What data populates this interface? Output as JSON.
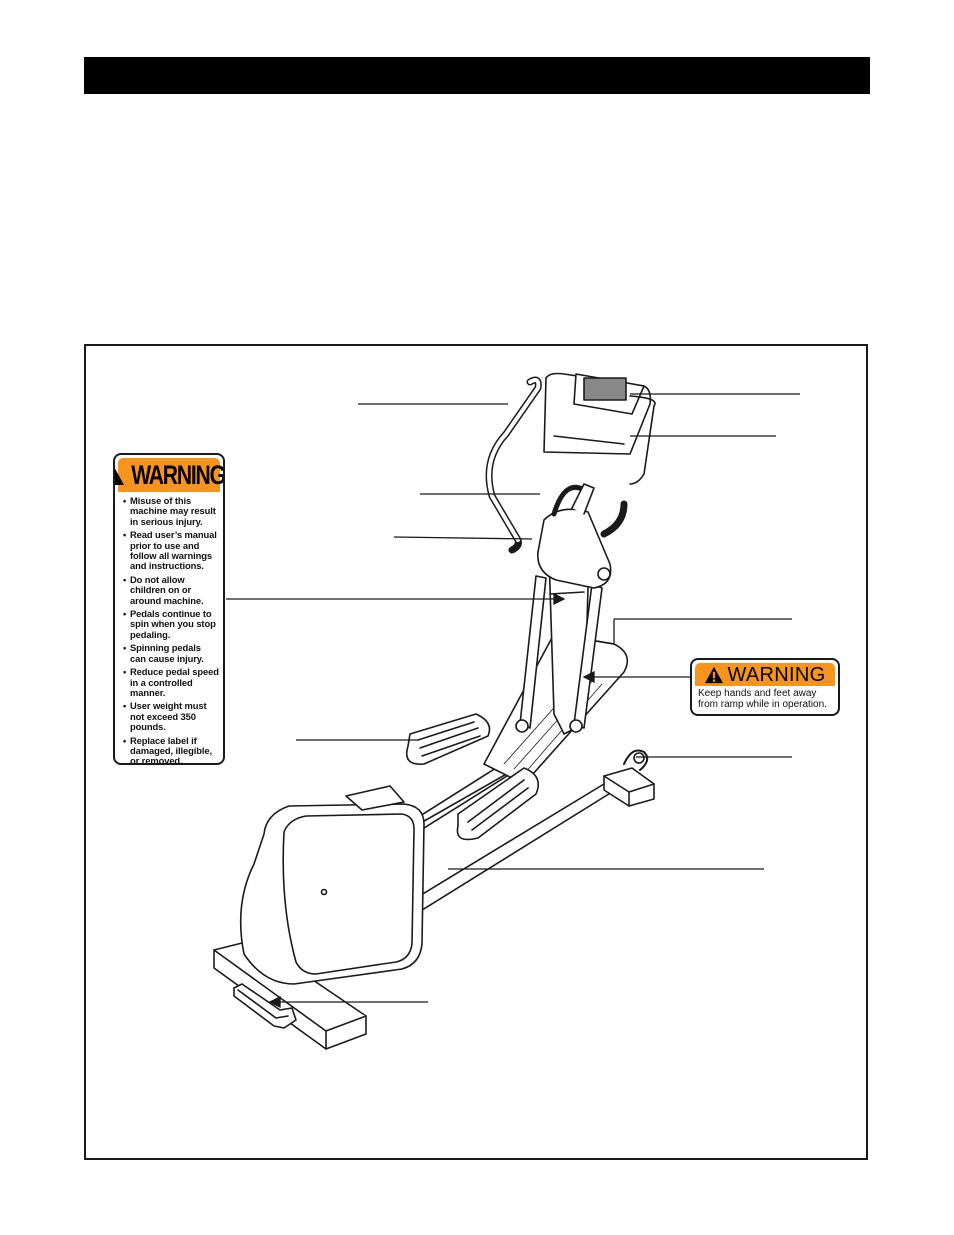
{
  "header": {
    "bar_color": "#000000"
  },
  "colors": {
    "warning_orange": "#f7941d",
    "line": "#1a1a1a"
  },
  "warning_left": {
    "icon": "warning-triangle-icon",
    "title": "WARNING",
    "items": [
      "Misuse of this machine may result in serious injury.",
      "Read user’s manual prior to use and follow all warnings and instructions.",
      "Do not allow children on or around machine.",
      "Pedals continue to spin when you stop pedaling.",
      "Spinning pedals can cause injury.",
      "Reduce pedal speed in a controlled manner.",
      "User weight must not exceed 350 pounds.",
      "Replace label if damaged, illegible, or removed."
    ]
  },
  "warning_right": {
    "icon": "warning-triangle-icon",
    "title": "WARNING",
    "text_line1": "Keep hands and feet away",
    "text_line2": "from ramp while in operation."
  }
}
